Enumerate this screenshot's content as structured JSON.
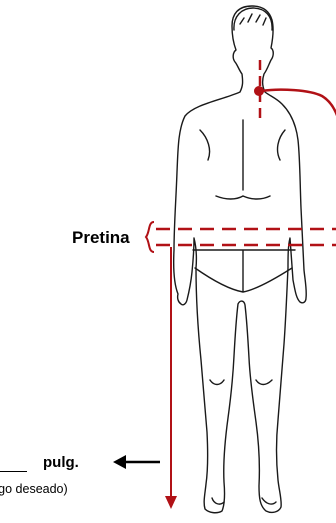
{
  "labels": {
    "waist": "Pretina",
    "unit": "pulg.",
    "note": "rgo deseado)"
  },
  "colors": {
    "measure": "#b11116",
    "outline": "#1a1a1a"
  }
}
